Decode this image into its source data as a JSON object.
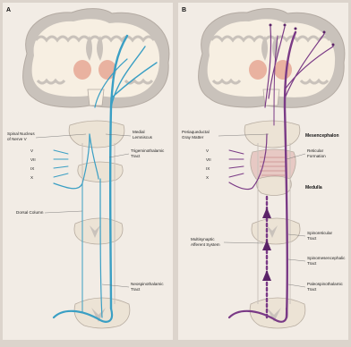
{
  "panels": [
    {
      "letter": "A",
      "labels": {
        "spinal_nucleus_1": "Spinal Nucleus",
        "spinal_nucleus_2": "of Nerve V",
        "medial_lemniscus_1": "Medial",
        "medial_lemniscus_2": "Lemniscus",
        "trigeminothalamic_1": "Trigeminothalamic",
        "trigeminothalamic_2": "Tract",
        "dorsal_column": "Dorsal Column",
        "nerve_v": "V",
        "nerve_vii": "VII",
        "nerve_ix": "IX",
        "nerve_x": "X",
        "neospinothalamic_1": "Neospinothalamic",
        "neospinothalamic_2": "Tract"
      }
    },
    {
      "letter": "B",
      "labels": {
        "periaqueductal_1": "Periaqueductal",
        "periaqueductal_2": "Gray Matter",
        "mesencephalon": "Mesencephalon",
        "reticular_1": "Reticular",
        "reticular_2": "Formation",
        "medulla": "Medulla",
        "multisynaptic_1": "Multisynaptic",
        "multisynaptic_2": "Afferent System",
        "spinoreticular_1": "Spinoreticular",
        "spinoreticular_2": "Tract",
        "spinomesencephalic_1": "Spinomesencephalic",
        "spinomesencephalic_2": "Tract",
        "paleospinothalamic_1": "Paleospinothalamic",
        "paleospinothalamic_2": "Tract",
        "nerve_v": "V",
        "nerve_vii": "VII",
        "nerve_ix": "IX",
        "nerve_x": "X"
      }
    }
  ],
  "colors": {
    "background": "#dcd4cc",
    "panel_a_tract": "#3a9fc4",
    "panel_b_tract": "#7a3a86",
    "gray_matter": "#c8c2bc",
    "white_matter": "#f6efe3",
    "thalamus": "#e9b2a0"
  }
}
